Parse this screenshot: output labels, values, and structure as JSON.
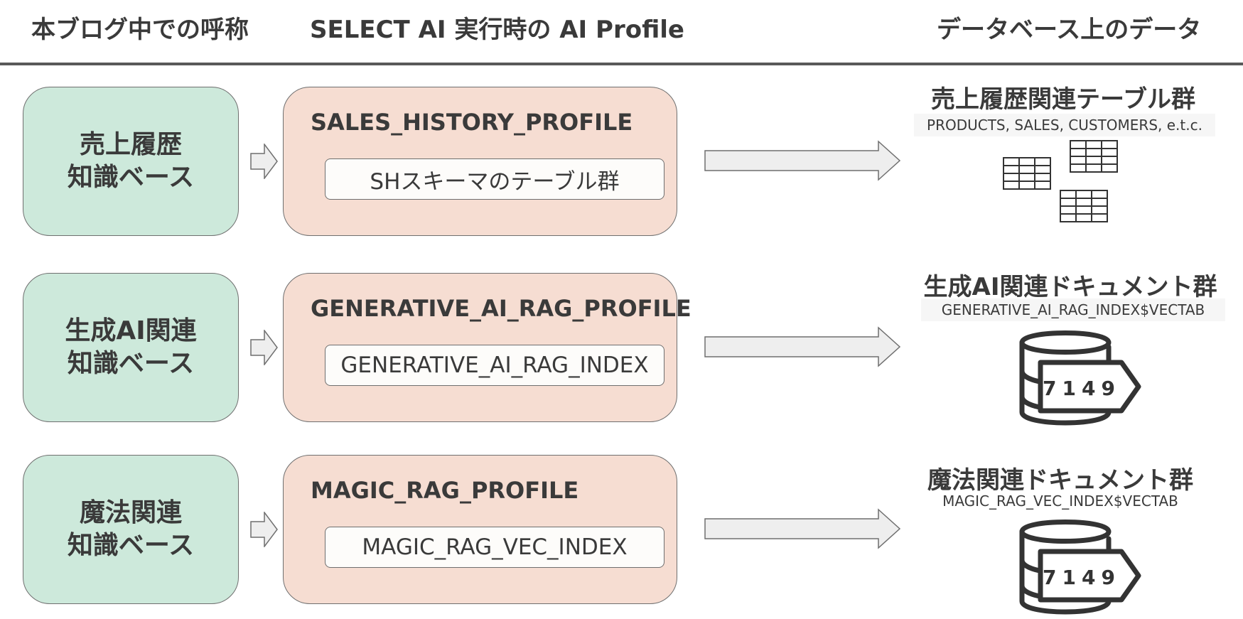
{
  "headers": {
    "name_col": "本ブログ中での呼称",
    "profile_col": "SELECT AI 実行時の AI Profile",
    "data_col": "データベース上のデータ"
  },
  "rows": [
    {
      "kb_lines": [
        "売上履歴",
        "知識ベース"
      ],
      "profile": "SALES_HISTORY_PROFILE",
      "target": "SHスキーマのテーブル群",
      "data_title": "売上履歴関連テーブル群",
      "data_subtitle": "PRODUCTS, SALES, CUSTOMERS, e.t.c.",
      "data_icon": "table-icon"
    },
    {
      "kb_lines": [
        "生成AI関連",
        "知識ベース"
      ],
      "profile": "GENERATIVE_AI_RAG_PROFILE",
      "target": "GENERATIVE_AI_RAG_INDEX",
      "data_title": "生成AI関連ドキュメント群",
      "data_subtitle": "GENERATIVE_AI_RAG_INDEX$VECTAB",
      "data_icon": "vector-database-icon",
      "db_label": "7149"
    },
    {
      "kb_lines": [
        "魔法関連",
        "知識ベース"
      ],
      "profile": "MAGIC_RAG_PROFILE",
      "target": "MAGIC_RAG_VEC_INDEX",
      "data_title": "魔法関連ドキュメント群",
      "data_subtitle": "MAGIC_RAG_VEC_INDEX$VECTAB",
      "data_icon": "vector-database-icon",
      "db_label": "7149"
    }
  ],
  "colors": {
    "knowledge_base_fill": "#cde9db",
    "profile_fill": "#f6ddd2",
    "arrow_fill": "#eeeeee",
    "outline": "#6f6f6f"
  }
}
